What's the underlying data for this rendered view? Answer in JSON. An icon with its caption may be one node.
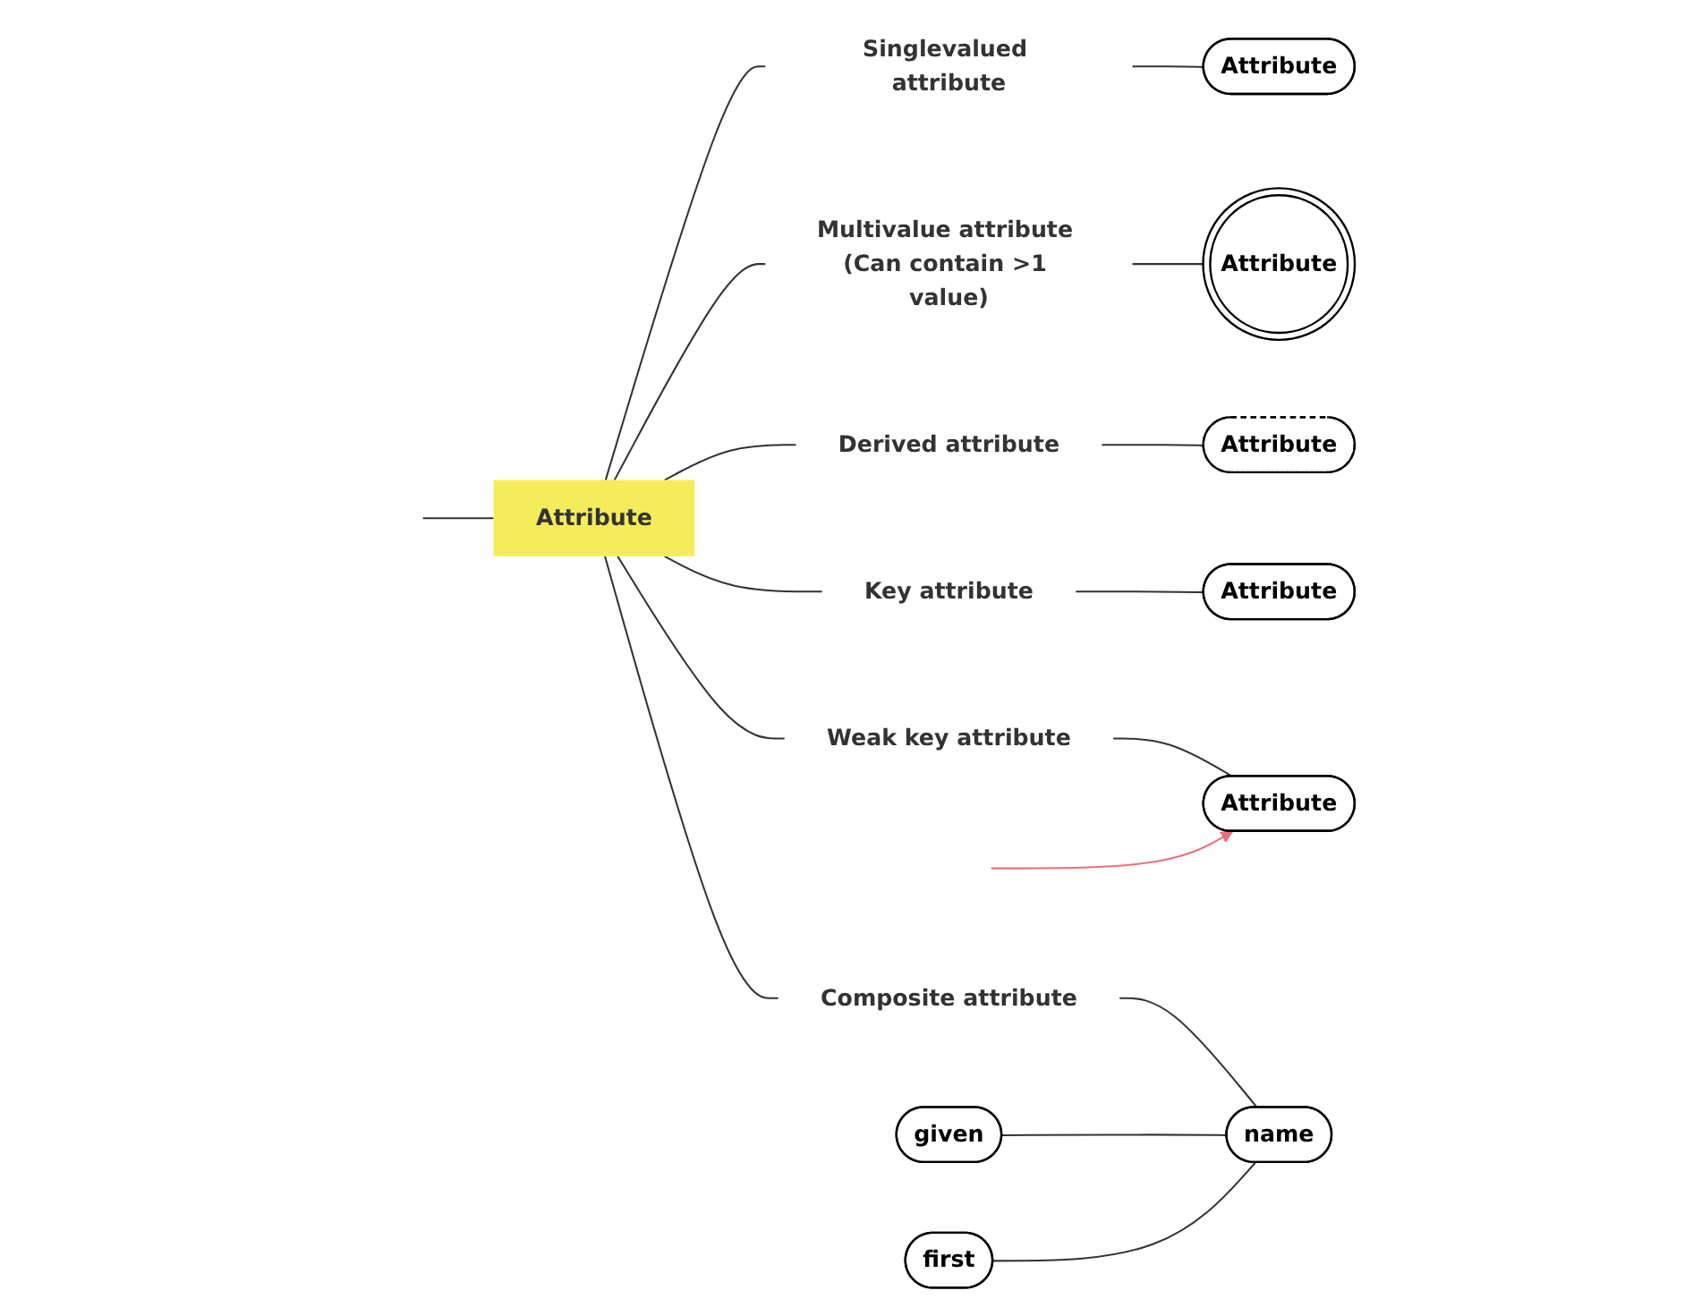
{
  "diagram": {
    "nodes": [
      {
        "text": [
          "Attribute"
        ]
      },
      {
        "text": [
          "Singlevalued attribute"
        ]
      },
      {
        "text": [
          "Attribute"
        ]
      },
      {
        "text": [
          "Multivalue attribute (Can contain >1 value)"
        ]
      },
      {
        "text": [
          "Attribute"
        ]
      },
      {
        "text": [
          "Derived attribute"
        ]
      },
      {
        "text": [
          "Attribute"
        ]
      },
      {
        "text": [
          "Key attribute"
        ]
      },
      {
        "text": [
          "Attribute"
        ]
      },
      {
        "text": [
          "Weak key attribute"
        ]
      },
      {
        "text": [
          "Attribute"
        ]
      },
      {
        "text": [
          "Composite attribute"
        ]
      },
      {
        "text": [
          "given"
        ]
      },
      {
        "text": [
          "first"
        ]
      },
      {
        "text": [
          "name"
        ]
      }
    ],
    "edges": [
      {
        "from": null,
        "to": 0,
        "arrow": "none"
      },
      {
        "from": 0,
        "to": 1,
        "arrow": "none"
      },
      {
        "from": 0,
        "to": 3,
        "arrow": "none"
      },
      {
        "from": 0,
        "to": 5,
        "arrow": "none"
      },
      {
        "from": 0,
        "to": 7,
        "arrow": "none"
      },
      {
        "from": 0,
        "to": 9,
        "arrow": "none"
      },
      {
        "from": 0,
        "to": 11,
        "arrow": "none"
      },
      {
        "from": 1,
        "to": 2,
        "arrow": "none"
      },
      {
        "from": 3,
        "to": 4,
        "arrow": "none"
      },
      {
        "from": 5,
        "to": 6,
        "arrow": "none"
      },
      {
        "from": 7,
        "to": 8,
        "arrow": "none"
      },
      {
        "from": 9,
        "to": 10,
        "arrow": "none"
      },
      {
        "from": 11,
        "to": 14,
        "arrow": "none"
      },
      {
        "from": 12,
        "to": 14,
        "arrow": "none"
      },
      {
        "from": 13,
        "to": 14,
        "arrow": "none"
      },
      {
        "from": null,
        "to": 10,
        "arrow": "to",
        "color": "#e8707a"
      }
    ]
  }
}
